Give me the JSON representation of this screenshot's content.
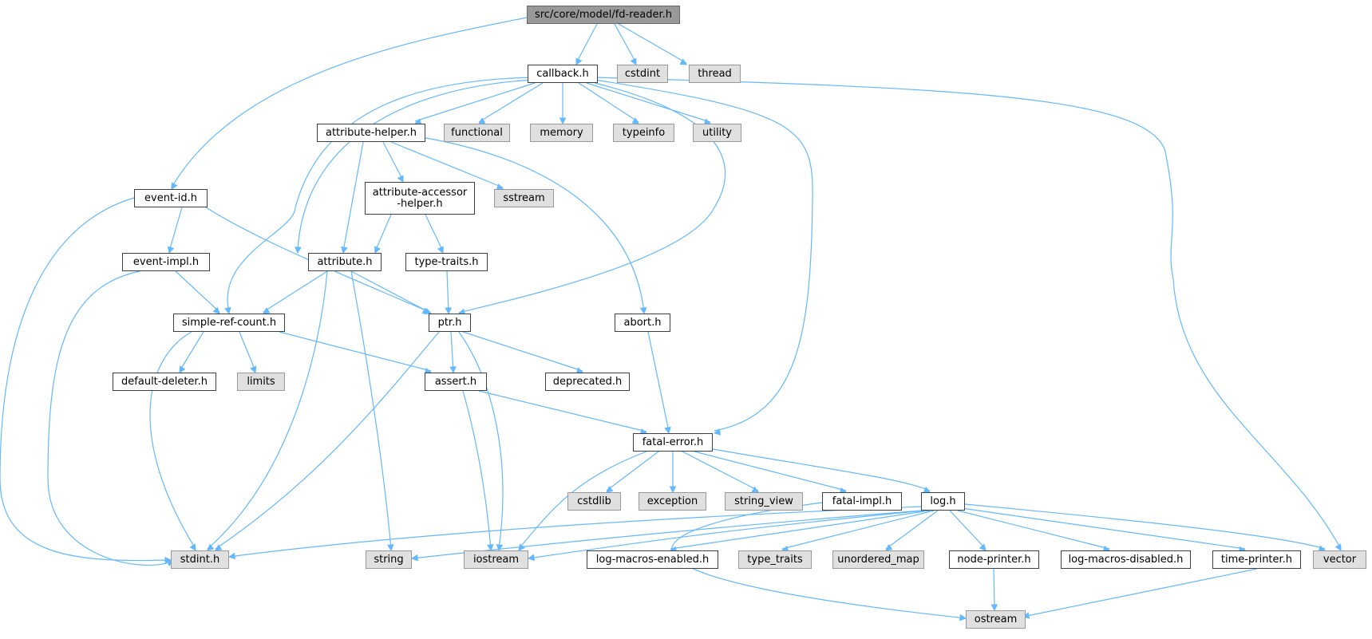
{
  "colors": {
    "edge": "#63b8ff",
    "node_border": "#404040",
    "external_fill": "#e0e0e0",
    "external_border": "#999999",
    "root_fill": "#999999"
  },
  "nodes": {
    "root": "src/core/model/fd-reader.h",
    "callback": "callback.h",
    "cstdint": "cstdint",
    "thread": "thread",
    "attribute_helper": "attribute-helper.h",
    "functional": "functional",
    "memory": "memory",
    "typeinfo": "typeinfo",
    "utility": "utility",
    "event_id": "event-id.h",
    "attribute_accessor_helper": "attribute-accessor\n-helper.h",
    "sstream": "sstream",
    "event_impl": "event-impl.h",
    "attribute": "attribute.h",
    "type_traits_h": "type-traits.h",
    "simple_ref_count": "simple-ref-count.h",
    "ptr": "ptr.h",
    "abort": "abort.h",
    "default_deleter": "default-deleter.h",
    "limits": "limits",
    "assert": "assert.h",
    "deprecated": "deprecated.h",
    "fatal_error": "fatal-error.h",
    "cstdlib": "cstdlib",
    "exception": "exception",
    "string_view": "string_view",
    "fatal_impl": "fatal-impl.h",
    "log": "log.h",
    "stdint": "stdint.h",
    "string": "string",
    "iostream": "iostream",
    "log_macros_enabled": "log-macros-enabled.h",
    "type_traits": "type_traits",
    "unordered_map": "unordered_map",
    "node_printer": "node-printer.h",
    "log_macros_disabled": "log-macros-disabled.h",
    "time_printer": "time-printer.h",
    "vector": "vector",
    "ostream": "ostream"
  }
}
